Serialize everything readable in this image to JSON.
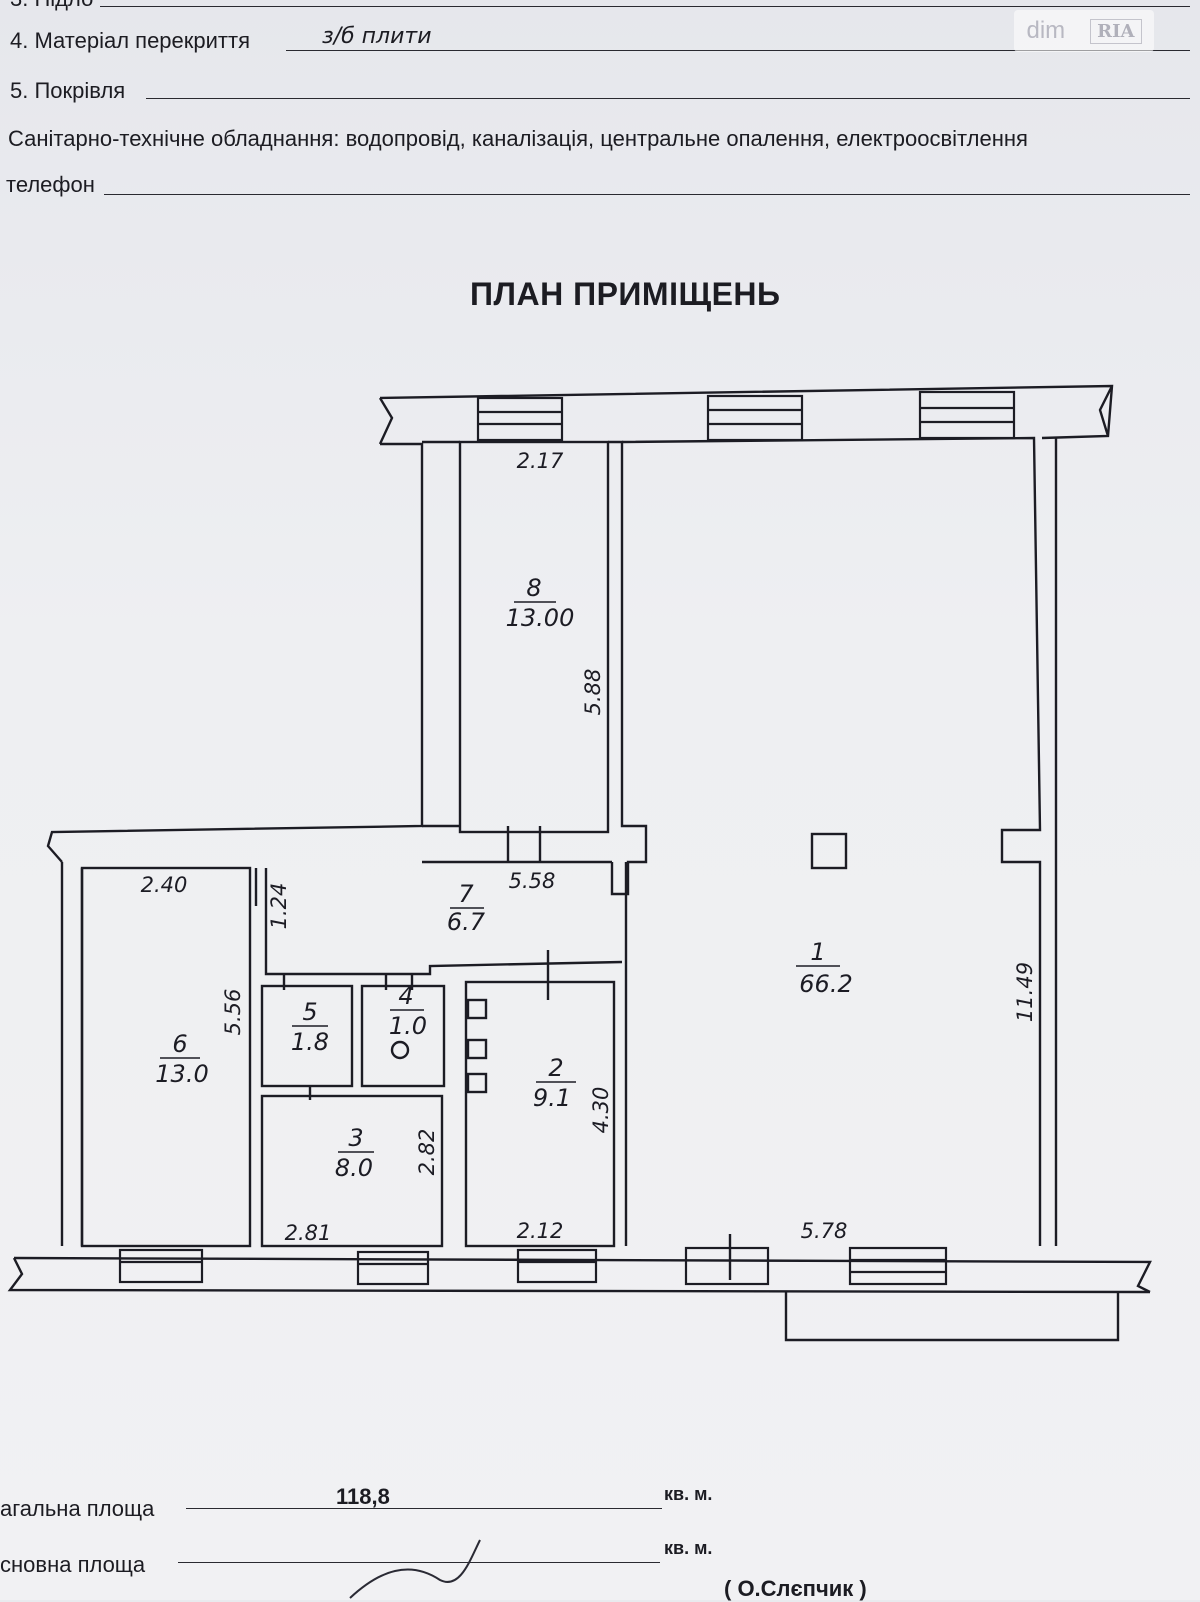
{
  "header": {
    "row3_label": "3. Підло",
    "row4_label": "4. Матеріал перекриття",
    "row4_value": "з/б плити",
    "row5_label": "5. Покрівля",
    "sanitary_line": "Санітарно-технічне обладнання: водопровід, каналізація, центральне опалення, електроосвітлення",
    "phone_label": "телефон"
  },
  "watermark": {
    "left": "dim",
    "right": "RIA"
  },
  "plan": {
    "title": "ПЛАН ПРИМІЩЕНЬ",
    "rooms": [
      {
        "number": "1",
        "area": "66.2"
      },
      {
        "number": "2",
        "area": "9.1"
      },
      {
        "number": "3",
        "area": "8.0"
      },
      {
        "number": "4",
        "area": "1.0"
      },
      {
        "number": "5",
        "area": "1.8"
      },
      {
        "number": "6",
        "area": "13.0"
      },
      {
        "number": "7",
        "area": "6.7"
      },
      {
        "number": "8",
        "area": "13.00"
      }
    ],
    "dimensions": {
      "room8_width": "2.17",
      "room8_length": "5.88",
      "corridor_width": "5.58",
      "room6_width": "2.40",
      "room6_length": "5.56",
      "room7_short": "1.24",
      "room1_length": "11.49",
      "room1_width": "5.78",
      "room2_length": "4.30",
      "room2_width": "2.12",
      "room3_side": "2.82",
      "room3_width": "2.81"
    }
  },
  "footer": {
    "total_label": "агальна площа",
    "total_value": "118,8",
    "unit": "кв. м.",
    "main_label": "сновна площа",
    "signature_name": "( О.Слєпчик )"
  }
}
